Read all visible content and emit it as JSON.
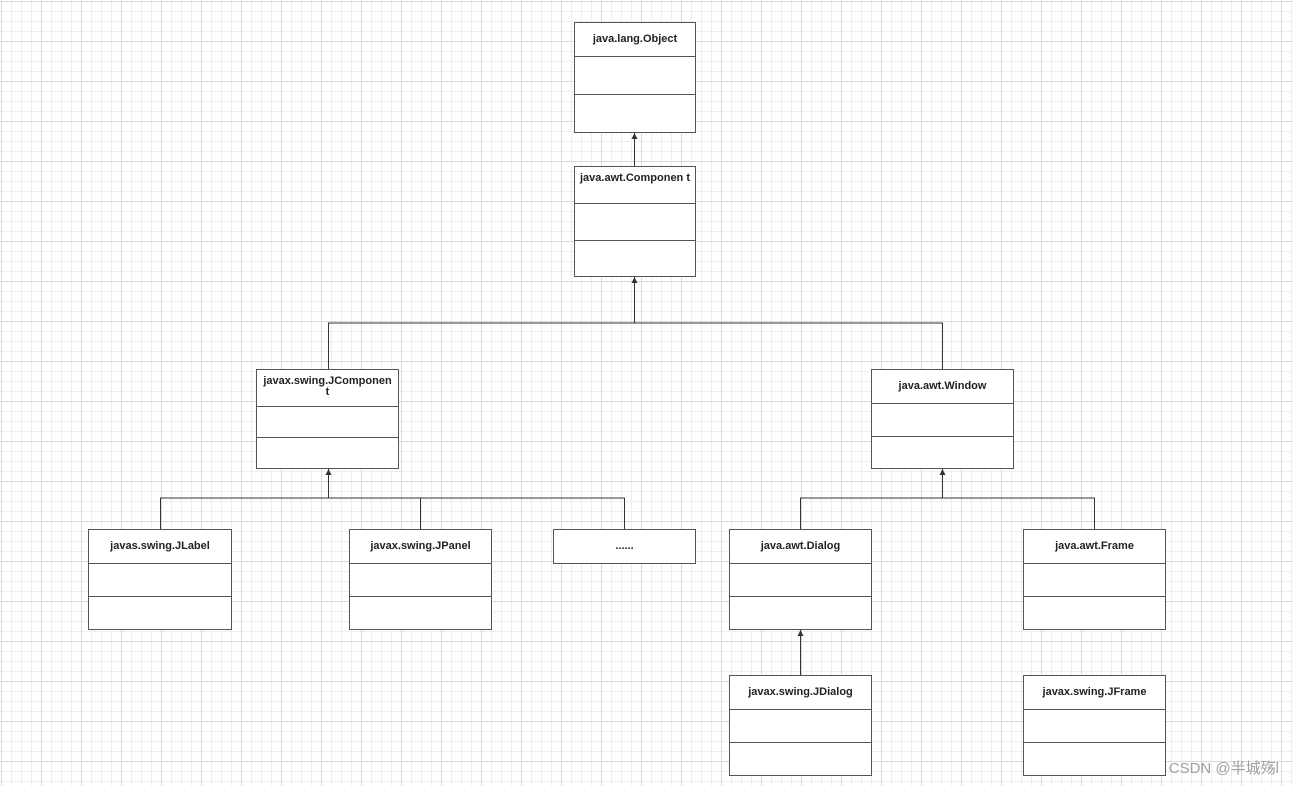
{
  "diagram": {
    "classes": [
      {
        "id": "object",
        "name": "java.lang.Object"
      },
      {
        "id": "component",
        "name": "java.awt.Componen t"
      },
      {
        "id": "jcomponent",
        "name": "javax.swing.JComponen t"
      },
      {
        "id": "window",
        "name": "java.awt.Window"
      },
      {
        "id": "jlabel",
        "name": "javas.swing.JLabel"
      },
      {
        "id": "jpanel",
        "name": "javax.swing.JPanel"
      },
      {
        "id": "more",
        "name": "......"
      },
      {
        "id": "dialog",
        "name": "java.awt.Dialog"
      },
      {
        "id": "frame",
        "name": "java.awt.Frame"
      },
      {
        "id": "jdialog",
        "name": "javax.swing.JDialog"
      },
      {
        "id": "jframe",
        "name": "javax.swing.JFrame"
      }
    ],
    "relations": [
      {
        "from": "component",
        "to": "object",
        "type": "inheritance"
      },
      {
        "from": "jcomponent",
        "to": "component",
        "type": "inheritance"
      },
      {
        "from": "window",
        "to": "component",
        "type": "inheritance"
      },
      {
        "from": "jlabel",
        "to": "jcomponent",
        "type": "inheritance"
      },
      {
        "from": "jpanel",
        "to": "jcomponent",
        "type": "inheritance"
      },
      {
        "from": "more",
        "to": "jcomponent",
        "type": "inheritance"
      },
      {
        "from": "dialog",
        "to": "window",
        "type": "inheritance"
      },
      {
        "from": "frame",
        "to": "window",
        "type": "inheritance"
      },
      {
        "from": "jdialog",
        "to": "dialog",
        "type": "inheritance"
      }
    ]
  },
  "watermark": "CSDN @半城殇l",
  "colors": {
    "line": "#333333",
    "box_border": "#555555",
    "text": "#222222",
    "grid_major": "#d9d9d9",
    "grid_minor": "#eeeeee",
    "watermark": "#a0a0a0"
  }
}
